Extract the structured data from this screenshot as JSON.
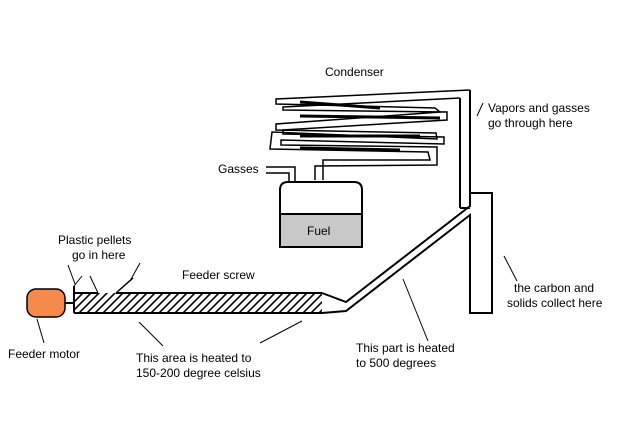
{
  "labels": {
    "condenser": "Condenser",
    "vapors_line1": "Vapors and gasses",
    "vapors_line2": "go through here",
    "gasses": "Gasses",
    "fuel": "Fuel",
    "pellets_line1": "Plastic pellets",
    "pellets_line2": "go in here",
    "feeder_screw": "Feeder screw",
    "carbon_line1": "the carbon and",
    "carbon_line2": "solids collect here",
    "feeder_motor": "Feeder motor",
    "area_line1": "This area is heated to",
    "area_line2": "150-200 degree celsius",
    "part_line1": "This part is heated",
    "part_line2": "to 500 degrees"
  },
  "colors": {
    "motor": "#f58a4b",
    "fuel": "#c8c8c8",
    "line": "#000000"
  }
}
